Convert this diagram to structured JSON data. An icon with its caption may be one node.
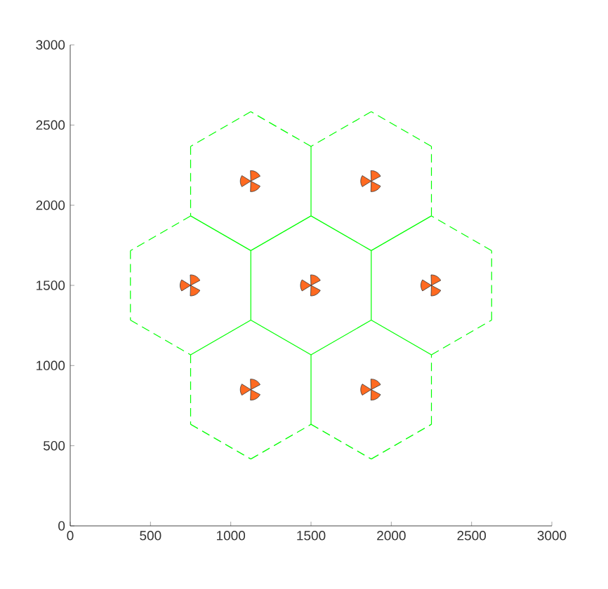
{
  "diagram": {
    "chart_data": {
      "type": "scatter",
      "xlim": [
        0,
        3000
      ],
      "ylim": [
        0,
        3000
      ],
      "xticks": [
        0,
        500,
        1000,
        1500,
        2000,
        2500,
        3000
      ],
      "yticks": [
        0,
        500,
        1000,
        1500,
        2000,
        2500,
        3000
      ],
      "x": [
        1125,
        1875,
        750,
        1500,
        2250,
        1125,
        1875
      ],
      "series": [
        {
          "color": "#ff6a21",
          "values": [
            2150,
            2150,
            1500,
            1500,
            1500,
            850,
            850
          ]
        }
      ]
    }
  }
}
